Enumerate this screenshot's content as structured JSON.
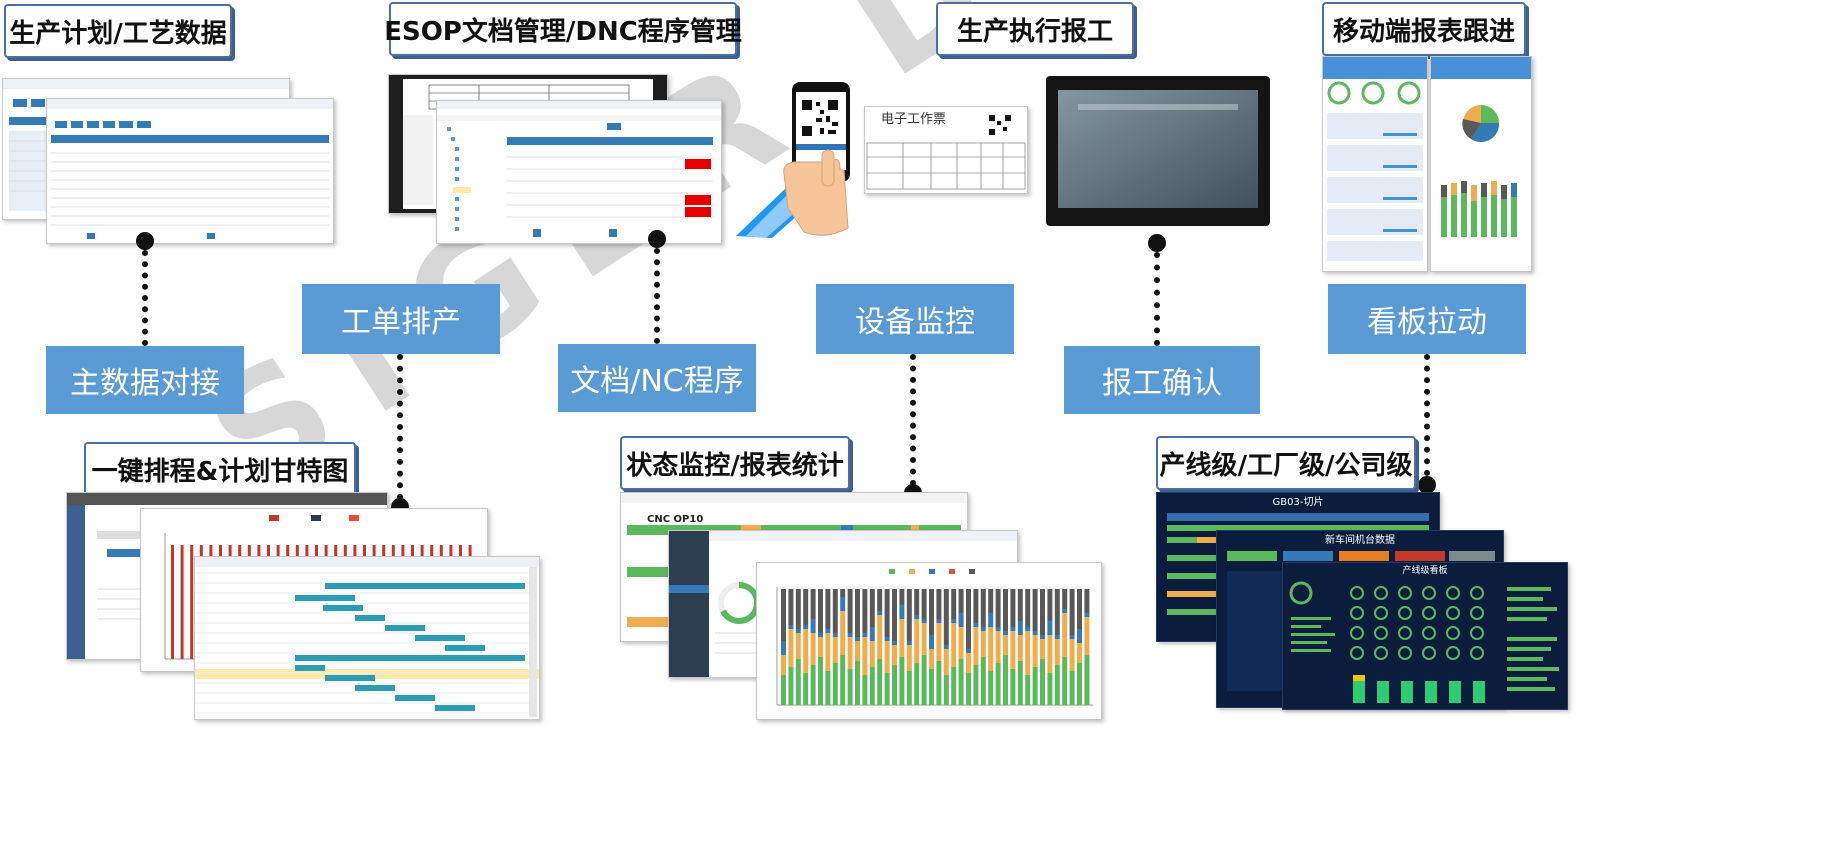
{
  "headers": {
    "plan_data": "生产计划/工艺数据",
    "esop_dnc": "ESOP文档管理/DNC程序管理",
    "exec_report": "生产执行报工",
    "mobile": "移动端报表跟进",
    "gantt": "一键排程&计划甘特图",
    "monitor_report": "状态监控/报表统计",
    "level": "产线级/工厂级/公司级"
  },
  "steps": {
    "master_data": "主数据对接",
    "order_schedule": "工单排产",
    "doc_nc": "文档/NC程序",
    "equipment_monitor": "设备监控",
    "report_confirm": "报工确认",
    "kanban": "看板拉动"
  },
  "watermark": "SIGER DATA",
  "ticket": {
    "title": "电子工作票"
  },
  "dashboards": {
    "line_title": "GB03-切片",
    "workshop_title": "新车间机台数据",
    "line_board_title": "产线级看板"
  },
  "monitor": {
    "cnc_label": "CNC  OP10"
  },
  "colors": {
    "accent_blue": "#5b9bd5",
    "header_border": "#4a6fa5",
    "dark_panel": "#0b1c3d",
    "bar_green": "#5cb85c",
    "bar_orange": "#f0ad4e",
    "bar_grey": "#595959",
    "bar_blue": "#337ab7"
  }
}
